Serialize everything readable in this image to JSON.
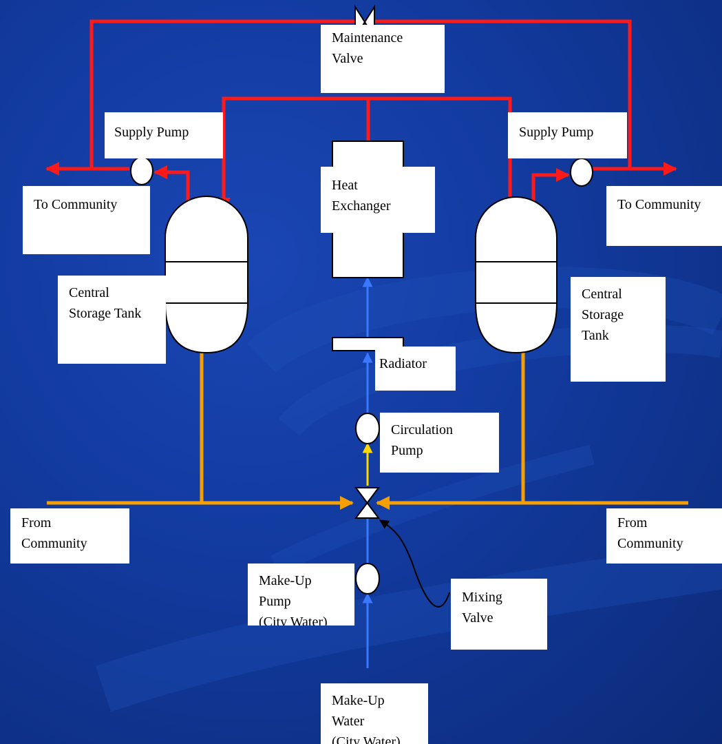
{
  "labels": {
    "maintenance_valve": "Maintenance\nValve",
    "supply_pump_left": "Supply Pump",
    "supply_pump_right": "Supply Pump",
    "to_community_left": "To Community",
    "to_community_right": "To Community",
    "heat_exchanger": "Heat\nExchanger",
    "central_storage_left": "Central\nStorage Tank",
    "central_storage_right": "Central\nStorage\nTank",
    "radiator": "Radiator",
    "circulation_pump": "Circulation\nPump",
    "from_community_left": "From\nCommunity",
    "from_community_right": "From\nCommunity",
    "makeup_pump": "Make-Up\nPump\n(City Water)",
    "mixing_valve": "Mixing\nValve",
    "makeup_water": "Make-Up\nWater\n(City Water)"
  },
  "colors": {
    "hot_line": "#ff1a1a",
    "return_line": "#f5a000",
    "cold_line": "#3a78ff",
    "circulation_arrow": "#ffd800",
    "background": "#123a9e"
  }
}
